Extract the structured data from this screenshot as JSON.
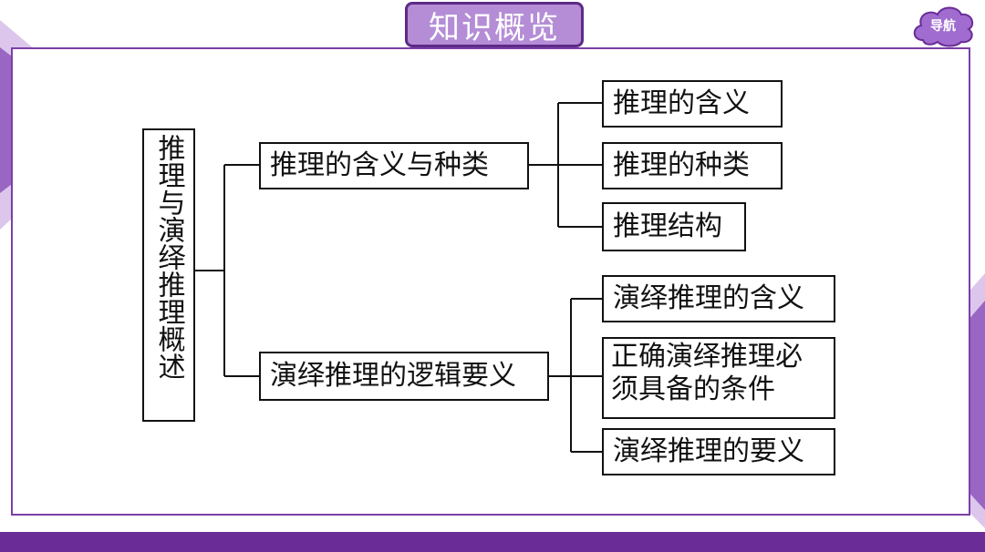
{
  "header": {
    "title": "知识概览",
    "nav_label": "导航"
  },
  "diagram": {
    "root": "推理与演绎推理概述",
    "branch_1": {
      "label": "推理的含义与种类",
      "children": [
        "推理的含义",
        "推理的种类",
        "推理结构"
      ]
    },
    "branch_2": {
      "label": "演绎推理的逻辑要义",
      "children": [
        "演绎推理的含义",
        "正确演绎推理必须具备的条件",
        "演绎推理的要义"
      ]
    }
  },
  "colors": {
    "accent": "#6a2c97",
    "tab_fill": "#b48dd6",
    "frame": "#7b3fa7",
    "line": "#111111"
  }
}
